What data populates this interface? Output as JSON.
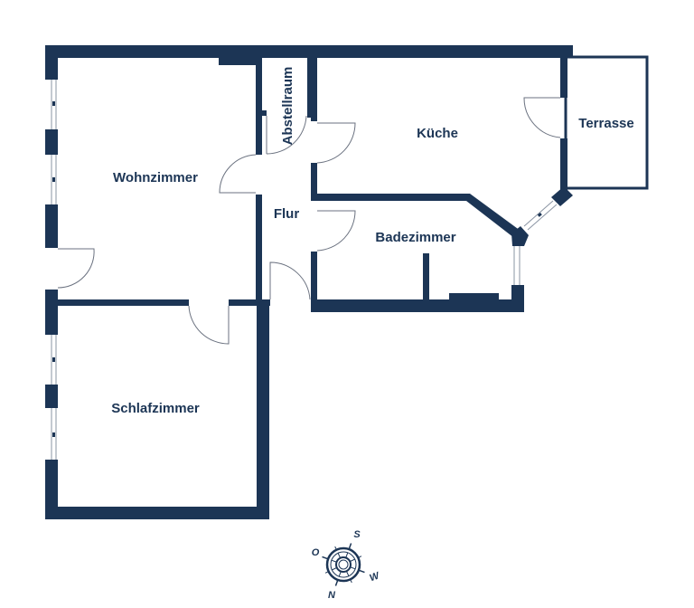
{
  "plan": {
    "rooms": [
      {
        "id": "wohnzimmer",
        "label": "Wohnzimmer"
      },
      {
        "id": "abstellraum",
        "label": "Abstellraum"
      },
      {
        "id": "kueche",
        "label": "Küche"
      },
      {
        "id": "terrasse",
        "label": "Terrasse"
      },
      {
        "id": "flur",
        "label": "Flur"
      },
      {
        "id": "badezimmer",
        "label": "Badezimmer"
      },
      {
        "id": "schlafzimmer",
        "label": "Schlafzimmer"
      }
    ],
    "colors": {
      "wall": "#1c3555",
      "background": "#ffffff",
      "door_arc": "#6b7280"
    }
  },
  "compass": {
    "north": "N",
    "south": "S",
    "east": "O",
    "west": "W"
  }
}
